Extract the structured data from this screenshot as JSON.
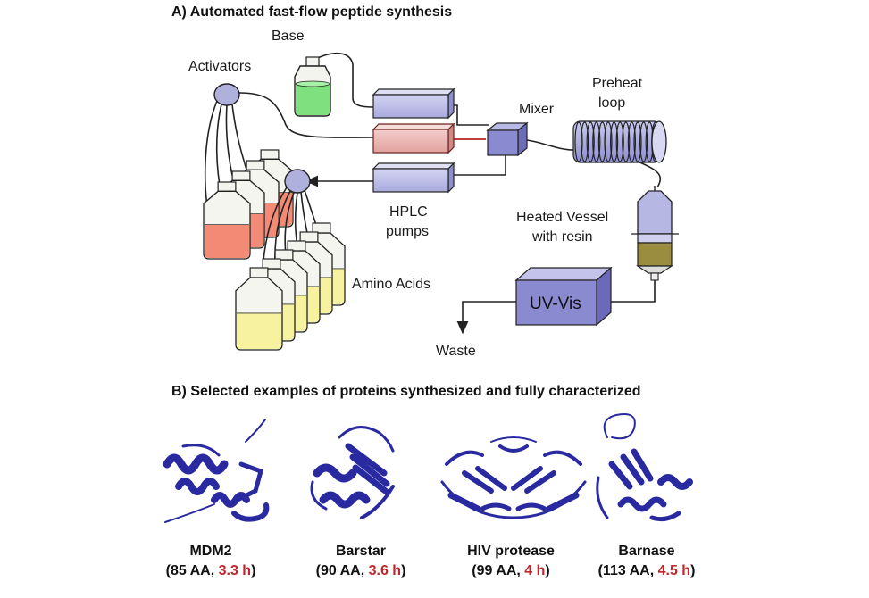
{
  "panel_a": {
    "title": "A) Automated fast-flow peptide synthesis",
    "labels": {
      "base": "Base",
      "activators": "Activators",
      "mixer": "Mixer",
      "preheat_1": "Preheat",
      "preheat_2": "loop",
      "hplc_1": "HPLC",
      "hplc_2": "pumps",
      "vessel_1": "Heated Vessel",
      "vessel_2": "with resin",
      "amino_acids": "Amino Acids",
      "uv_vis": "UV-Vis",
      "waste": "Waste"
    },
    "colors": {
      "pump": "#b9b9e6",
      "pump_activator": "#e8b3b0",
      "mixer": "#8a8ad0",
      "base_liquid": "#7fe07f",
      "activator_liquid": "#f28a76",
      "amino_liquid": "#f7f2a0",
      "resin": "#9b8d3f",
      "uv": "#8a8ad0",
      "manifold": "#b0b0dd"
    }
  },
  "panel_b": {
    "title": "B) Selected examples of proteins synthesized and fully characterized",
    "proteins": [
      {
        "name": "MDM2",
        "info_pre": "(85 AA, ",
        "time": "3.3 h",
        "info_post": ")"
      },
      {
        "name": "Barstar",
        "info_pre": "(90 AA, ",
        "time": "3.6 h",
        "info_post": ")"
      },
      {
        "name": "HIV protease",
        "info_pre": "(99 AA, ",
        "time": "4 h",
        "info_post": ")"
      },
      {
        "name": "Barnase",
        "info_pre": "(113 AA, ",
        "time": "4.5 h",
        "info_post": ")"
      }
    ],
    "structure_color": "#2a2aa0"
  }
}
